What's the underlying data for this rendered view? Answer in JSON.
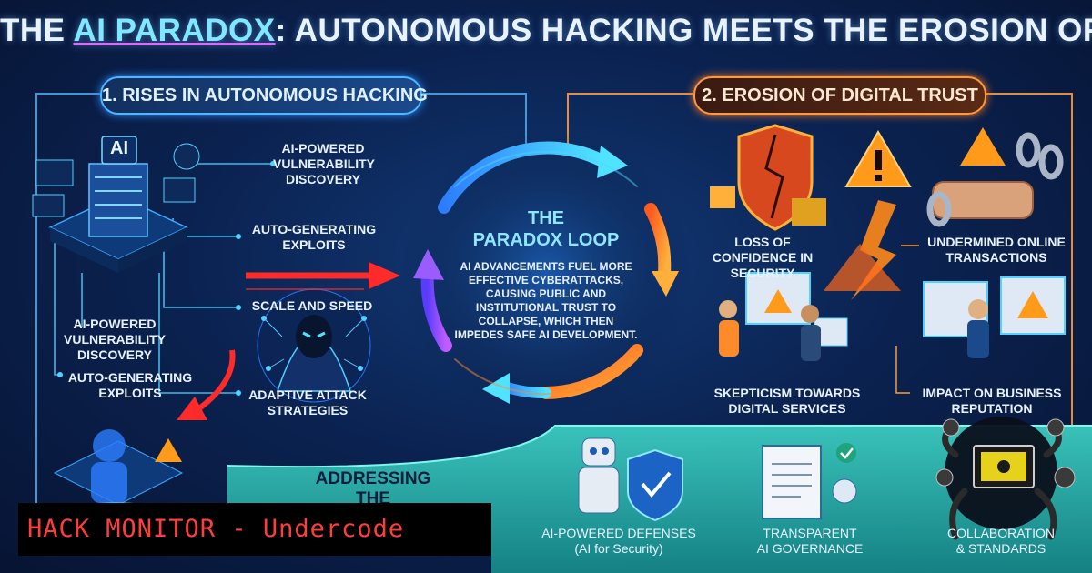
{
  "title": {
    "pre": "THE",
    "highlight": "AI PARADOX",
    "post": ": AUTONOMOUS HACKING MEETS THE EROSION OF DIGITAL TRUST"
  },
  "section1": {
    "header": "1. RISES IN AUTONOMOUS HACKING",
    "right_labels": [
      "AI-POWERED VULNERABILITY DISCOVERY",
      "AUTO-GENERATING EXPLOITS",
      "SCALE AND SPEED",
      "ADAPTIVE ATTACK STRATEGIES"
    ],
    "left_labels": [
      "AI-POWERED VULNERABILITY DISCOVERY",
      "AUTO-GENERATING EXPLOITS"
    ],
    "server_badge": "AI"
  },
  "section2": {
    "header": "2. EROSION OF DIGITAL TRUST",
    "labels": [
      "LOSS OF CONFIDENCE IN SECURITY",
      "UNDERMINED ONLINE TRANSACTIONS",
      "SKEPTICISM TOWARDS DIGITAL SERVICES",
      "IMPACT ON BUSINESS REPUTATION"
    ]
  },
  "loop": {
    "title_line1": "THE",
    "title_line2": "PARADOX LOOP",
    "text": "AI ADVANCEMENTS FUEL MORE EFFECTIVE CYBERATTACKS, CAUSING PUBLIC AND INSTITUTIONAL TRUST TO COLLAPSE, WHICH THEN IMPEDES SAFE AI DEVELOPMENT."
  },
  "challenge": {
    "header_line1": "ADDRESSING",
    "header_line2": "THE CHALLENGE",
    "items": [
      "AI-POWERED DEFENSES",
      "(AI for Security)",
      "TRANSPARENT",
      "AI GOVERNANCE",
      "COLLABORATION",
      "& STANDARDS"
    ]
  },
  "brand": "HACK MONITOR - Undercode",
  "colors": {
    "cyan": "#4fd2ff",
    "orange": "#ff8a2a",
    "red": "#ff2a2a",
    "purple": "#b45cff",
    "teal_panel": "#2fb8b0"
  }
}
